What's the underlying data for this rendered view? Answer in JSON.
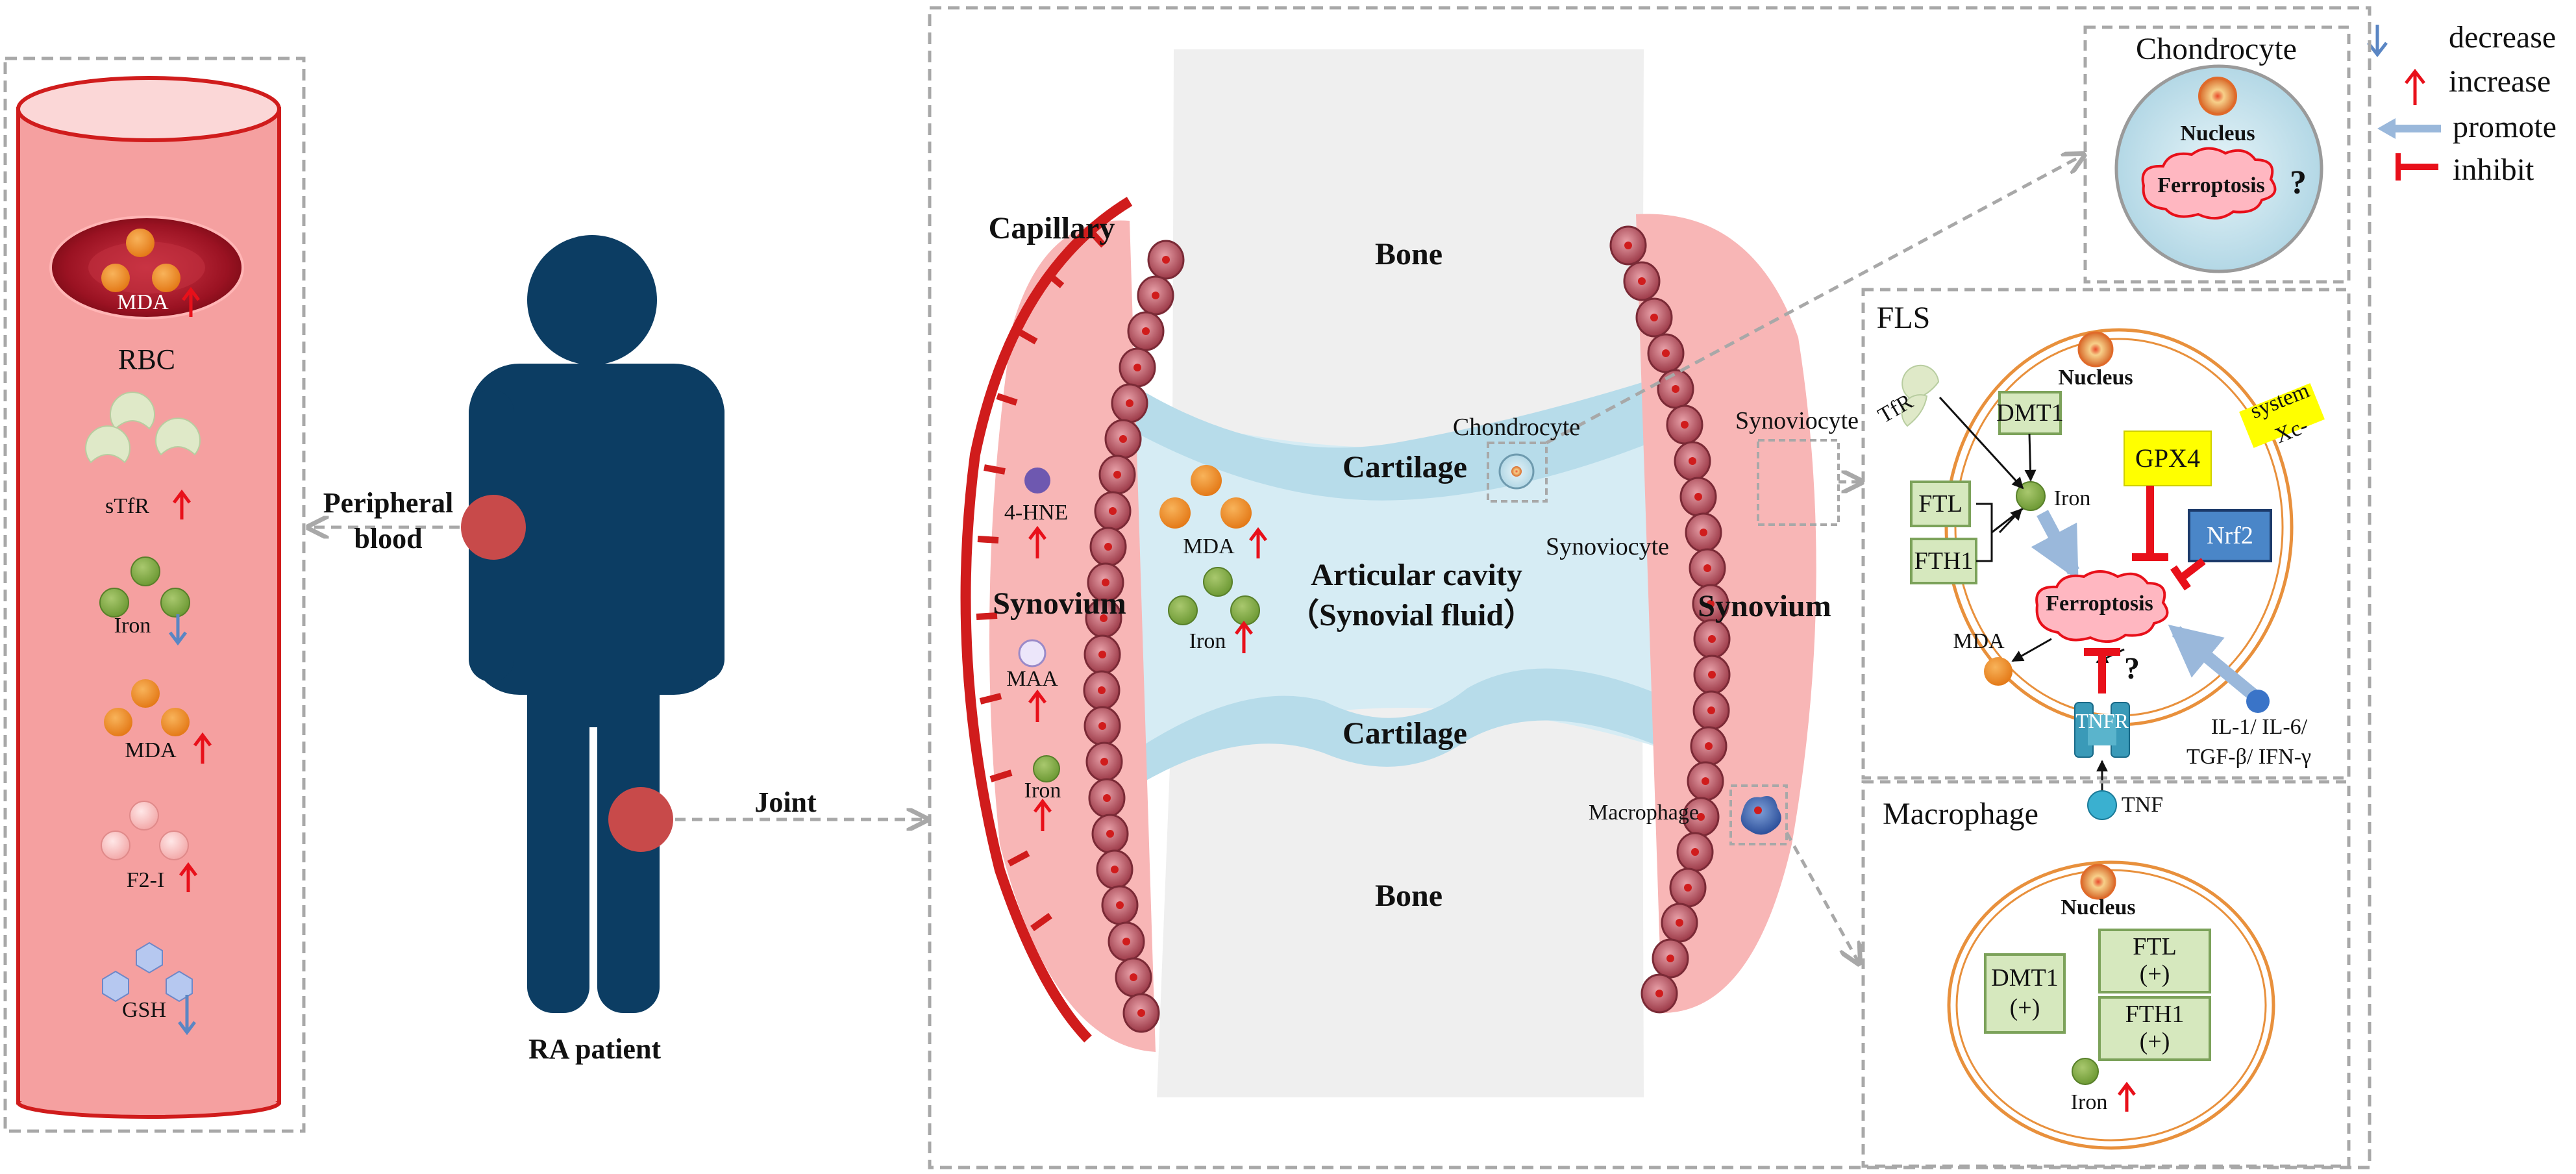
{
  "colors": {
    "increase": "#e8101a",
    "decrease": "#5a86c4",
    "promote": "#9ab8db",
    "inhibit": "#e8101a",
    "vessel": "#f5a0a0",
    "vessel_border": "#d01c1c",
    "patient": "#0c3d63",
    "joint_dot": "#c84a4a",
    "cartilage": "#b7dcea",
    "bone": "#efefef",
    "cell_fill": "#eef5e2",
    "cell_border": "#7ca25a",
    "ferroptosis": "#e8101a",
    "gpx4": "#ffff00",
    "nrf2": "#4a86c8",
    "dashed_box": "#a8a8a8"
  },
  "legend": {
    "decrease": "decrease",
    "increase": "increase",
    "promote": "promote",
    "inhibit": "inhibit"
  },
  "blood": {
    "rbc_mda": "MDA",
    "rbc": "RBC",
    "stfr": "sTfR",
    "iron": "Iron",
    "mda": "MDA",
    "f2i": "F2-I",
    "gsh": "GSH"
  },
  "patient": {
    "peripheral_blood": "Peripheral\nblood",
    "joint": "Joint",
    "ra_patient": "RA patient"
  },
  "joint": {
    "capillary": "Capillary",
    "bone_top": "Bone",
    "bone_bottom": "Bone",
    "cartilage_top": "Cartilage",
    "cartilage_bottom": "Cartilage",
    "chondrocyte": "Chondrocyte",
    "synoviocyte_left": "Synoviocyte",
    "synoviocyte_right": "Synoviocyte",
    "articular_cavity": "Articular cavity",
    "synovial_fluid": "（Synovial fluid）",
    "synovium_left": "Synovium",
    "synovium_right": "Synovium",
    "hne": "4-HNE",
    "maa": "MAA",
    "iron_synovium": "Iron",
    "mda_cavity": "MDA",
    "iron_cavity": "Iron",
    "macrophage": "Macrophage"
  },
  "chondrocyte_panel": {
    "title": "Chondrocyte",
    "nucleus": "Nucleus",
    "ferroptosis": "Ferroptosis",
    "question": "?"
  },
  "fls_panel": {
    "title": "FLS",
    "nucleus": "Nucleus",
    "tfr": "TfR",
    "dmt1": "DMT1",
    "system": "system",
    "xc": "Xc-",
    "gpx4": "GPX4",
    "ftl": "FTL",
    "fth1": "FTH1",
    "iron": "Iron",
    "nrf2": "Nrf2",
    "ferroptosis": "Ferroptosis",
    "mda": "MDA",
    "question": "?",
    "tnfr": "TNFR",
    "cytokines_1": "IL-1/ IL-6/",
    "cytokines_2": "TGF-β/ IFN-γ",
    "tnf": "TNF"
  },
  "macrophage_panel": {
    "title": "Macrophage",
    "nucleus": "Nucleus",
    "dmt1": "DMT1",
    "dmt1_sign": "(+)",
    "ftl": "FTL",
    "ftl_sign": "(+)",
    "fth1": "FTH1",
    "fth1_sign": "(+)",
    "iron": "Iron"
  }
}
